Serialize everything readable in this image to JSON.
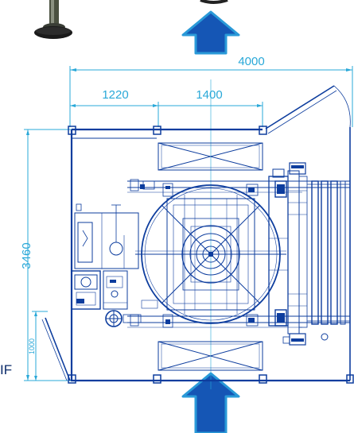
{
  "dimensions": {
    "width_total": "4000",
    "width_left": "1220",
    "width_mid": "1400",
    "height_total": "3460",
    "height_small": "1000"
  },
  "edge_text": "IF",
  "colors": {
    "drawing_line": "#0d3d9e",
    "dimension_line": "#29a8d8",
    "arrow_fill": "#1556b5",
    "arrow_outline": "#2a9ad8",
    "background": "#ffffff"
  },
  "icons": {
    "direction_arrow": "up-arrow-icon",
    "leveling_foot": "leveling-foot-icon"
  }
}
